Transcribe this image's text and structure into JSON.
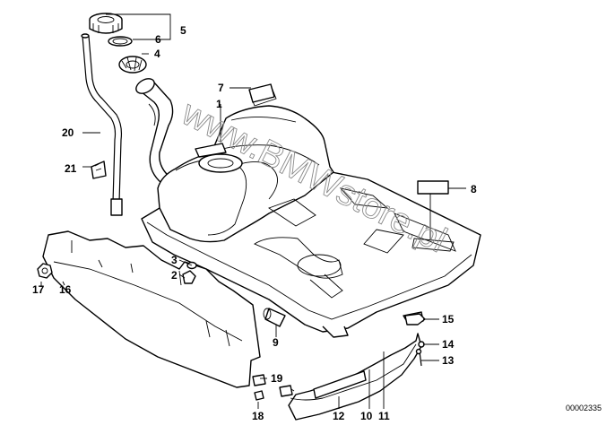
{
  "diagram": {
    "watermark": "www.BMWstore.pl",
    "reference_number": "00002335",
    "callouts": [
      {
        "id": "c1",
        "label": "1"
      },
      {
        "id": "c2",
        "label": "2"
      },
      {
        "id": "c3",
        "label": "3"
      },
      {
        "id": "c4",
        "label": "4"
      },
      {
        "id": "c5",
        "label": "5"
      },
      {
        "id": "c6",
        "label": "6"
      },
      {
        "id": "c7",
        "label": "7"
      },
      {
        "id": "c8",
        "label": "8"
      },
      {
        "id": "c9",
        "label": "9"
      },
      {
        "id": "c10",
        "label": "10"
      },
      {
        "id": "c11",
        "label": "11"
      },
      {
        "id": "c12",
        "label": "12"
      },
      {
        "id": "c13",
        "label": "13"
      },
      {
        "id": "c14",
        "label": "14"
      },
      {
        "id": "c15",
        "label": "15"
      },
      {
        "id": "c16",
        "label": "16"
      },
      {
        "id": "c17",
        "label": "17"
      },
      {
        "id": "c18",
        "label": "18"
      },
      {
        "id": "c19",
        "label": "19"
      },
      {
        "id": "c20",
        "label": "20"
      },
      {
        "id": "c21",
        "label": "21"
      }
    ]
  }
}
